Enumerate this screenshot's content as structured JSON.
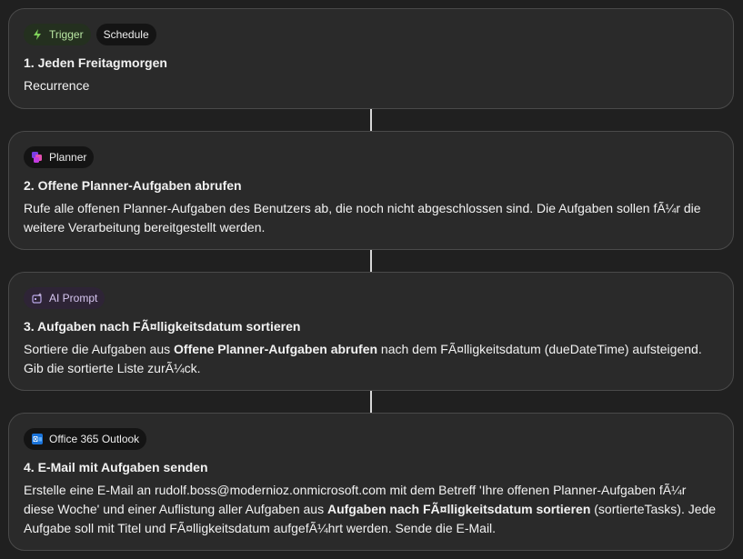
{
  "steps": [
    {
      "badges": [
        "Trigger",
        "Schedule"
      ],
      "title": "1. Jeden Freitagmorgen",
      "desc": [
        "Recurrence"
      ]
    },
    {
      "badges": [
        "Planner"
      ],
      "title": "2. Offene Planner-Aufgaben abrufen",
      "desc": [
        "Rufe alle offenen Planner-Aufgaben des Benutzers ab, die noch nicht abgeschlossen sind. Die Aufgaben sollen fÃ¼r die weitere Verarbeitung bereitgestellt werden."
      ]
    },
    {
      "badges": [
        "AI Prompt"
      ],
      "title": "3. Aufgaben nach FÃ¤lligkeitsdatum sortieren",
      "desc": [
        "Sortiere die Aufgaben aus ",
        "Offene Planner-Aufgaben abrufen",
        " nach dem FÃ¤lligkeitsdatum (dueDateTime) aufsteigend. Gib die sortierte Liste zurÃ¼ck."
      ]
    },
    {
      "badges": [
        "Office 365 Outlook"
      ],
      "title": "4. E-Mail mit Aufgaben senden",
      "desc": [
        "Erstelle eine E-Mail an rudolf.boss@modernioz.onmicrosoft.com mit dem Betreff 'Ihre offenen Planner-Aufgaben fÃ¼r diese Woche' und einer Auflistung aller Aufgaben aus ",
        "Aufgaben nach FÃ¤lligkeitsdatum sortieren",
        " (sortierteTasks). Jede Aufgabe soll mit Titel und FÃ¤lligkeitsdatum aufgefÃ¼hrt werden. Sende die E-Mail."
      ]
    }
  ],
  "icons": {
    "trigger": "lightning-icon",
    "planner": "planner-icon",
    "ai": "ai-prompt-icon",
    "outlook": "outlook-icon"
  }
}
